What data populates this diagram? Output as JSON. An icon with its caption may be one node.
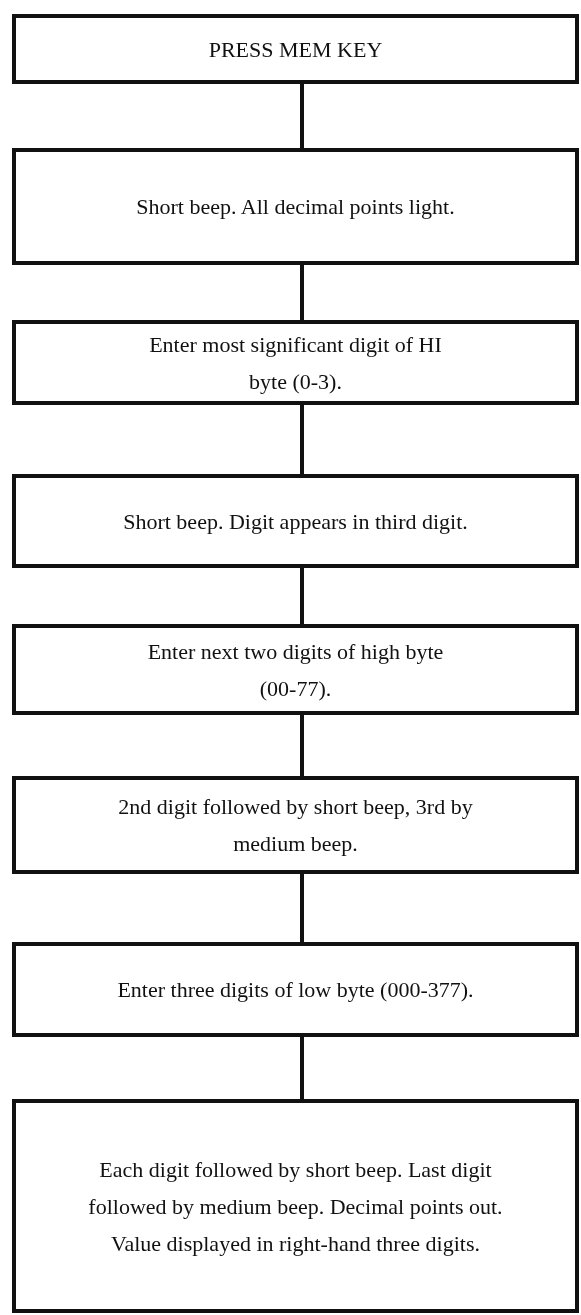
{
  "diagram": {
    "nodes": [
      {
        "text": [
          "PRESS MEM KEY"
        ]
      },
      {
        "text": [
          "Short beep. All decimal points light."
        ]
      },
      {
        "text": [
          "Enter most significant digit of HI byte (0-3)."
        ]
      },
      {
        "text": [
          "Short beep. Digit appears in third digit."
        ]
      },
      {
        "text": [
          "Enter next two digits of high byte (00-77)."
        ]
      },
      {
        "text": [
          "2nd digit followed by short beep, 3rd by medium beep."
        ]
      },
      {
        "text": [
          "Enter three digits of low byte (000-377)."
        ]
      },
      {
        "text": [
          "Each digit followed by short beep. Last digit followed by medium beep. Decimal points out. Value displayed in right-hand three digits."
        ]
      }
    ],
    "edges": [
      {
        "from": 0,
        "to": 1,
        "arrow": "none"
      },
      {
        "from": 1,
        "to": 2,
        "arrow": "none"
      },
      {
        "from": 2,
        "to": 3,
        "arrow": "none"
      },
      {
        "from": 3,
        "to": 4,
        "arrow": "none"
      },
      {
        "from": 4,
        "to": 5,
        "arrow": "none"
      },
      {
        "from": 5,
        "to": 6,
        "arrow": "none"
      },
      {
        "from": 6,
        "to": 7,
        "arrow": "none"
      }
    ]
  }
}
